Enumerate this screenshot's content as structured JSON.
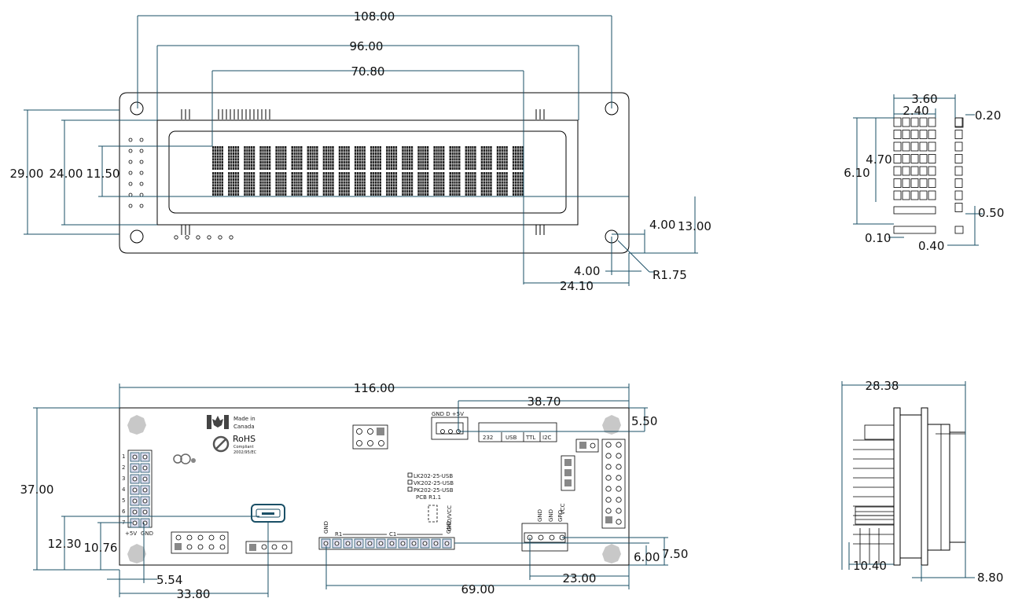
{
  "top_view": {
    "dims": {
      "overall_width": "108.00",
      "hole_spacing": "96.00",
      "viewing_area": "70.80",
      "overall_height": "29.00",
      "bezel_height": "24.00",
      "char_area": "11.50",
      "hole_offset_v": "4.00",
      "hole_offset_h": "4.00",
      "hole_to_display": "13.00",
      "hole_radius": "R1.75",
      "display_to_edge": "24.10"
    },
    "char_count": 20,
    "rows": 2
  },
  "char_detail": {
    "dims": {
      "char_width": "3.60",
      "dot_area_width": "2.40",
      "dot_gap": "0.20",
      "char_height": "6.10",
      "dot_area_height": "4.70",
      "cursor_height": "0.50",
      "cursor_gap": "0.10",
      "dot_pitch": "0.40"
    }
  },
  "back_view": {
    "dims": {
      "pcb_width": "116.00",
      "connector_offset": "38.70",
      "connector_to_top": "5.50",
      "pcb_height": "37.00",
      "usb_height": "12.30",
      "header_height": "10.76",
      "header_offset": "5.54",
      "usb_offset": "33.80",
      "bus_offset": "69.00",
      "power_offset": "23.00",
      "power_height_a": "6.00",
      "power_height_b": "7.50"
    },
    "labels": {
      "made_in_1": "Made in",
      "made_in_2": "Canada",
      "rohs": "RoHS",
      "compliant": "Compliant",
      "directive": "2002/95/EC",
      "conn_label": "GND  D  +5V",
      "proto_232": "232",
      "proto_usb": "USB",
      "proto_ttl": "TTL",
      "proto_i2c": "I2C",
      "model_1": "LK202-25-USB",
      "model_2": "VK202-25-USB",
      "model_3": "PK202-25-USB",
      "pcb_rev": "PCB  R1.1",
      "gnd_vcc": "GND/VCC",
      "header_5v": "+5V",
      "header_gnd": "GND",
      "bus_gnd_left": "GND",
      "bus_r1": "R1",
      "bus_c1": "C1",
      "bus_gnd_right": "GND",
      "pwr_gnd1": "GND",
      "pwr_gnd2": "GND",
      "pwr_gpo": "GPO",
      "pwr_vcc": "VCC",
      "row_1": "1",
      "row_2": "2",
      "row_3": "3",
      "row_4": "4",
      "row_5": "5",
      "row_6": "6",
      "row_7": "7"
    }
  },
  "side_view": {
    "dims": {
      "depth": "28.38",
      "pin_length": "10.40",
      "bezel_depth": "8.80"
    }
  }
}
